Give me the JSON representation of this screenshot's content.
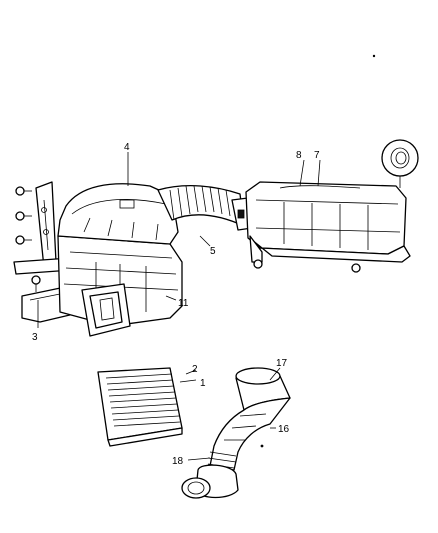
{
  "callouts": {
    "c1": "1",
    "c2": "2",
    "c3": "3",
    "c4": "4",
    "c5": "5",
    "c7": "7",
    "c8": "8",
    "c11": "11",
    "c16": "16",
    "c17": "17",
    "c18": "18"
  }
}
